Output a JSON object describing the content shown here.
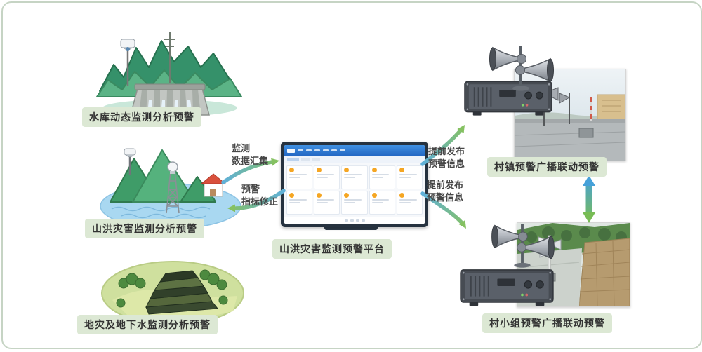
{
  "nodes": {
    "reservoir": {
      "label": "水库动态监测分析预警"
    },
    "flood": {
      "label": "山洪灾害监测分析预警"
    },
    "geo": {
      "label": "地灾及地下水监测分析预警"
    },
    "platform": {
      "label": "山洪灾害监测预警平台"
    },
    "town_broadcast": {
      "label": "村镇预警广播联动预警"
    },
    "group_broadcast": {
      "label": "村小组预警广播联动预警"
    }
  },
  "flows": {
    "collect": {
      "label": "监测\n数据汇集"
    },
    "revise": {
      "label": "预警\n指标修正"
    },
    "publish_top": {
      "label": "提前发布\n预警信息"
    },
    "publish_bottom": {
      "label": "提前发布\n预警信息"
    }
  },
  "colors": {
    "label_bg": "#dce8d4",
    "label_text": "#333333",
    "arrow_blue": "#46a1d9",
    "arrow_green": "#85c161",
    "screen_header_blue": "#2f7bd4",
    "warning_orange": "#f5a623",
    "canvas_border": "#c6d4c4"
  }
}
